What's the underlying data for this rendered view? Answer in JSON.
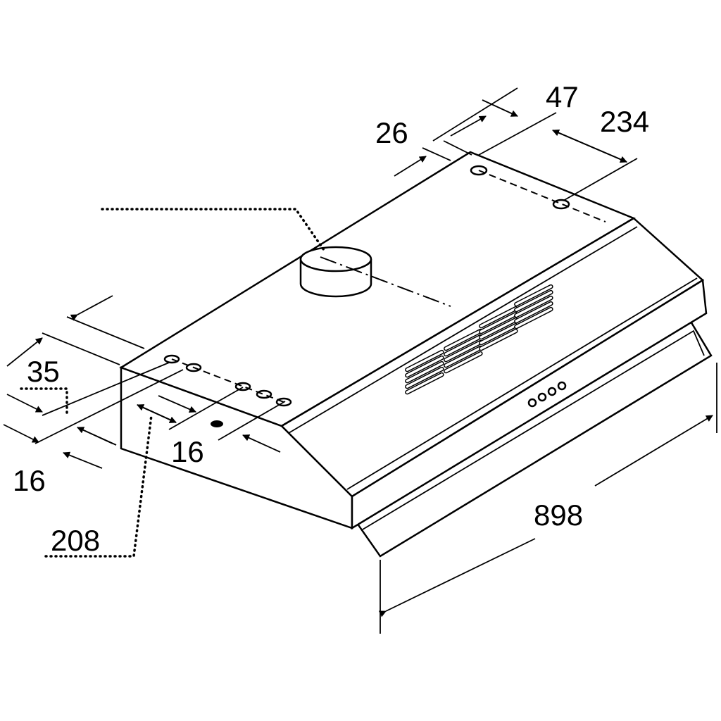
{
  "title": "Range hood dimension drawing",
  "dimensions": {
    "d47": "47",
    "d26": "26",
    "d234": "234",
    "d35": "35",
    "d16_left": "16",
    "d16_mid": "16",
    "d208": "208",
    "d898": "898"
  },
  "colors": {
    "line": "#000000",
    "background": "#ffffff"
  }
}
